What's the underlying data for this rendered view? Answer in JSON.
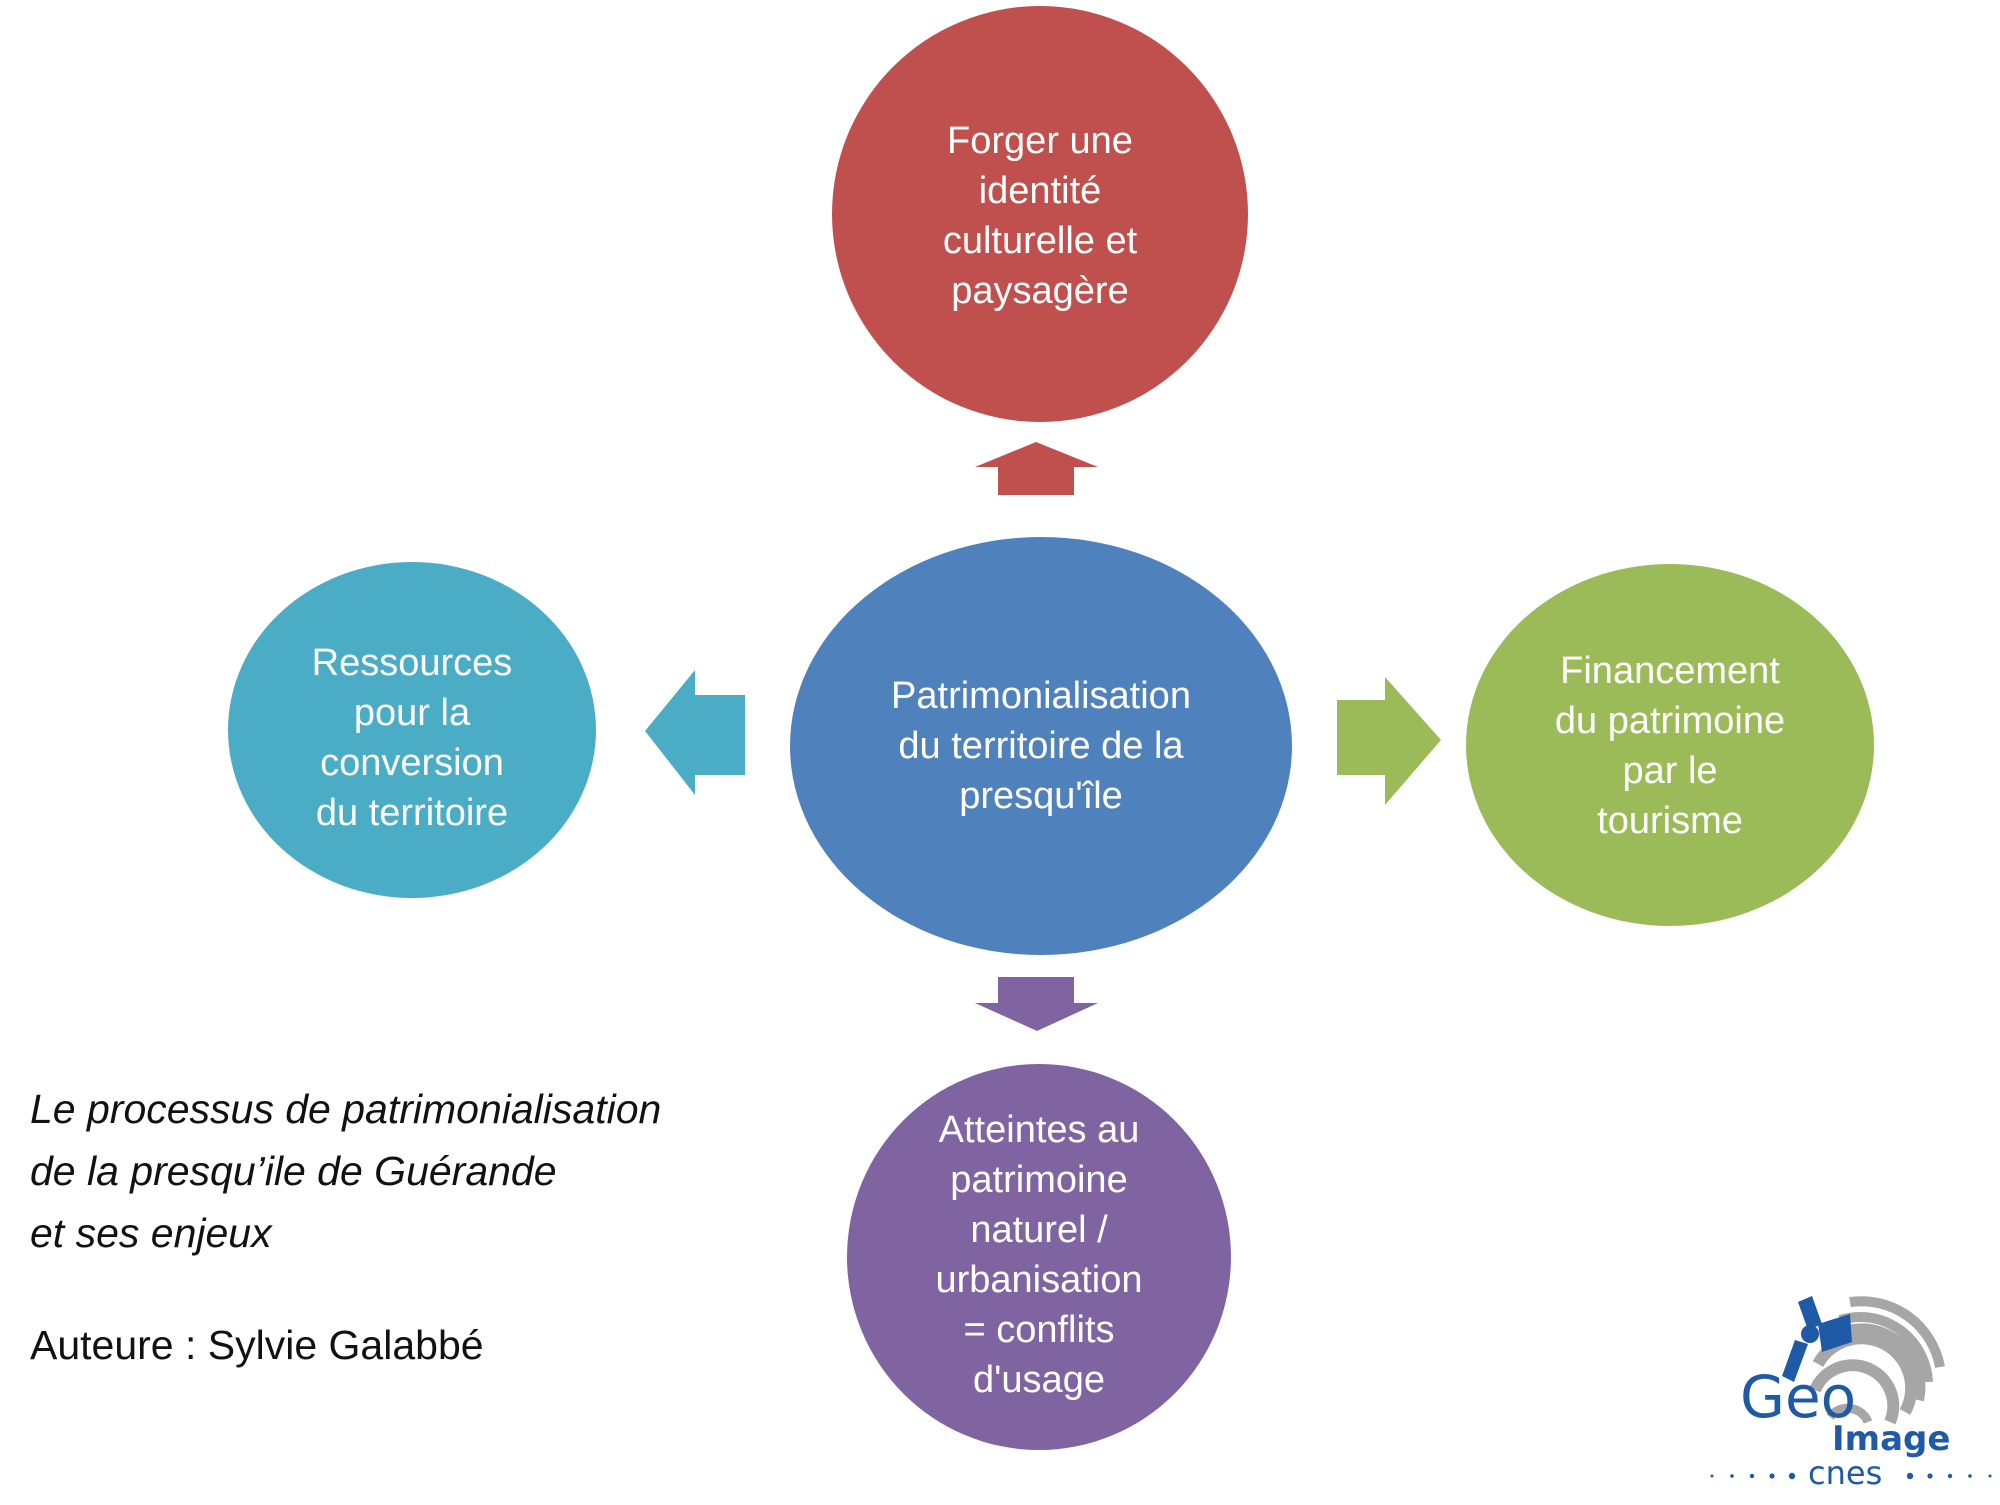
{
  "colors": {
    "center": "#4f81bd",
    "top": "#c0504d",
    "left": "#4bacc6",
    "right": "#9bbb59",
    "bottom": "#8064a2",
    "logo_blue": "#1f5aa6",
    "logo_gray": "#a6a6a6"
  },
  "nodes": {
    "center": {
      "lines": [
        "Patrimonialisation",
        "du territoire de la",
        "presqu'île"
      ]
    },
    "top": {
      "lines": [
        "Forger une",
        "identité",
        "culturelle et",
        "paysagère"
      ]
    },
    "left": {
      "lines": [
        "Ressources",
        "pour la",
        "conversion",
        "du territoire"
      ]
    },
    "right": {
      "lines": [
        "Financement",
        "du patrimoine",
        "par le",
        "tourisme"
      ]
    },
    "bottom": {
      "lines": [
        "Atteintes au",
        "patrimoine",
        "naturel /",
        "urbanisation",
        "= conflits",
        "d'usage"
      ]
    }
  },
  "arrows": [
    {
      "from": "center",
      "to": "top",
      "direction": "up"
    },
    {
      "from": "center",
      "to": "left",
      "direction": "left"
    },
    {
      "from": "center",
      "to": "right",
      "direction": "right"
    },
    {
      "from": "center",
      "to": "bottom",
      "direction": "down"
    }
  ],
  "caption": {
    "lines": [
      "Le processus de patrimonialisation",
      "de la presqu’ile de Guérande",
      "et ses enjeux"
    ],
    "author": "Auteure : Sylvie Galabbé"
  },
  "logo": {
    "geo": "Geo",
    "image": "Image",
    "cnes": "cnes"
  }
}
